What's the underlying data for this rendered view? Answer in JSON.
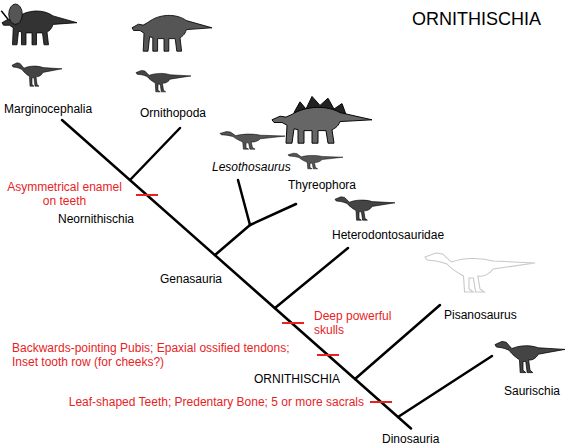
{
  "diagram": {
    "title": "ORNITHISCHIA",
    "labels": [
      "Marginocephalia",
      "Ornithopoda",
      "Lesothosaurus",
      "Thyreophora",
      "Asymmetrical enamel on teeth",
      "Neornithischia",
      "Heterodontosauridae",
      "Genasauria",
      "Deep powerful skulls",
      "Pisanosaurus",
      "Backwards-pointing Pubis; Epaxial ossified tendons; Inset tooth row (for cheeks?)",
      "ORNITHISCHIA",
      "Leaf-shaped Teeth; Predentary Bone; 5 or more sacrals",
      "Saurischia",
      "Dinosauria"
    ]
  }
}
